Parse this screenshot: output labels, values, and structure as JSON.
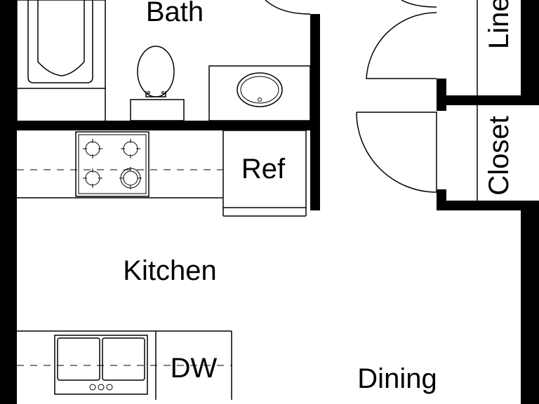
{
  "rooms": {
    "bath": "Bath",
    "kitchen": "Kitchen",
    "dining": "Dining",
    "closet": "Closet",
    "linen": "Linen"
  },
  "fixtures": {
    "refrigerator": "Ref",
    "dishwasher": "DW"
  },
  "colors": {
    "walls": "#000000",
    "background": "#ffffff"
  }
}
